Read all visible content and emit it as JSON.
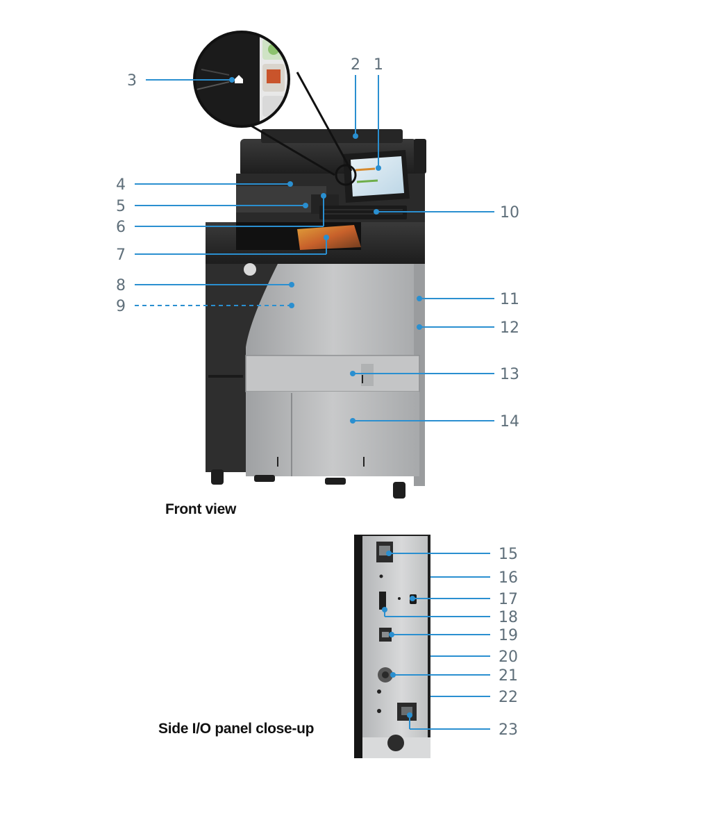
{
  "captions": {
    "front": "Front view",
    "side": "Side I/O panel close-up"
  },
  "callouts": [
    "1",
    "2",
    "3",
    "4",
    "5",
    "6",
    "7",
    "8",
    "9",
    "10",
    "11",
    "12",
    "13",
    "14",
    "15",
    "16",
    "17",
    "18",
    "19",
    "20",
    "21",
    "22",
    "23"
  ],
  "colors": {
    "callout_line": "#2a8fd0",
    "callout_number": "#5f6f7a",
    "printer_dark": "#2b2b2b",
    "printer_light": "#b9b9b9",
    "io_panel": "#c9cbcc"
  },
  "icons": [
    "home-icon",
    "hp-logo-icon"
  ]
}
